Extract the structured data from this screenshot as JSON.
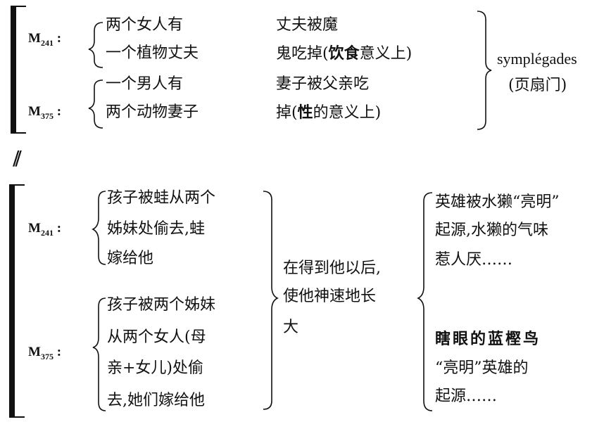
{
  "top": {
    "m1_label": "M",
    "m1_sub": "241",
    "m2_label": "M",
    "m2_sub": "375",
    "colon": ":",
    "left": [
      "两个女人有",
      "一个植物丈夫",
      "一个男人有",
      "两个动物妻子"
    ],
    "mid1": "丈夫被魔",
    "mid2_a": "鬼吃掉(",
    "mid2_b": "饮食",
    "mid2_c": "意义上)",
    "mid3": "妻子被父亲吃",
    "mid4_a": "掉(",
    "mid4_b": "性",
    "mid4_c": "的意义上)",
    "right1": "symplégades",
    "right2": "(页扇门)"
  },
  "separator": "//",
  "bottom": {
    "m1_label": "M",
    "m1_sub": "241",
    "m2_label": "M",
    "m2_sub": "375",
    "colon": ":",
    "m1_lines": [
      "孩子被蛙从两个",
      "姊妹处偷去,蛙",
      "嫁给他"
    ],
    "m2_lines": [
      "孩子被两个姊妹",
      "从两个女人(母",
      "亲+女儿)处偷",
      "去,她们嫁给他"
    ],
    "mid_lines": [
      "在得到他以后,",
      "使他神速地长",
      "大"
    ],
    "right_top": [
      "英雄被水獭“亮明”",
      "起源,水獭的气味",
      "惹人厌……"
    ],
    "right_bot1": "瞎眼的蓝樫鸟",
    "right_bot2": "“亮明”英雄的",
    "right_bot3": "起源……"
  }
}
